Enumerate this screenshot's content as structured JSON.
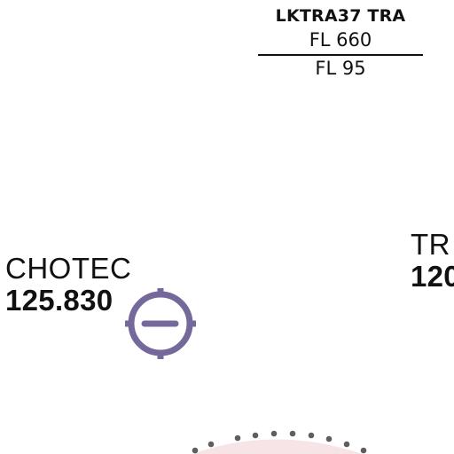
{
  "airspace": {
    "name": "LKTRA37 TRA",
    "upper_limit": "FL 660",
    "lower_limit": "FL 95"
  },
  "stations": [
    {
      "name": "CHOTEC",
      "frequency": "125.830"
    },
    {
      "name": "TR",
      "frequency": "120"
    }
  ],
  "colors": {
    "text": "#111111",
    "reporting_point": "#75689a",
    "boundary_dots": "#5f5f5f",
    "boundary_fill": "#f6e4e6"
  },
  "icons": {
    "reporting_point": "compulsory-reporting-point-icon"
  }
}
